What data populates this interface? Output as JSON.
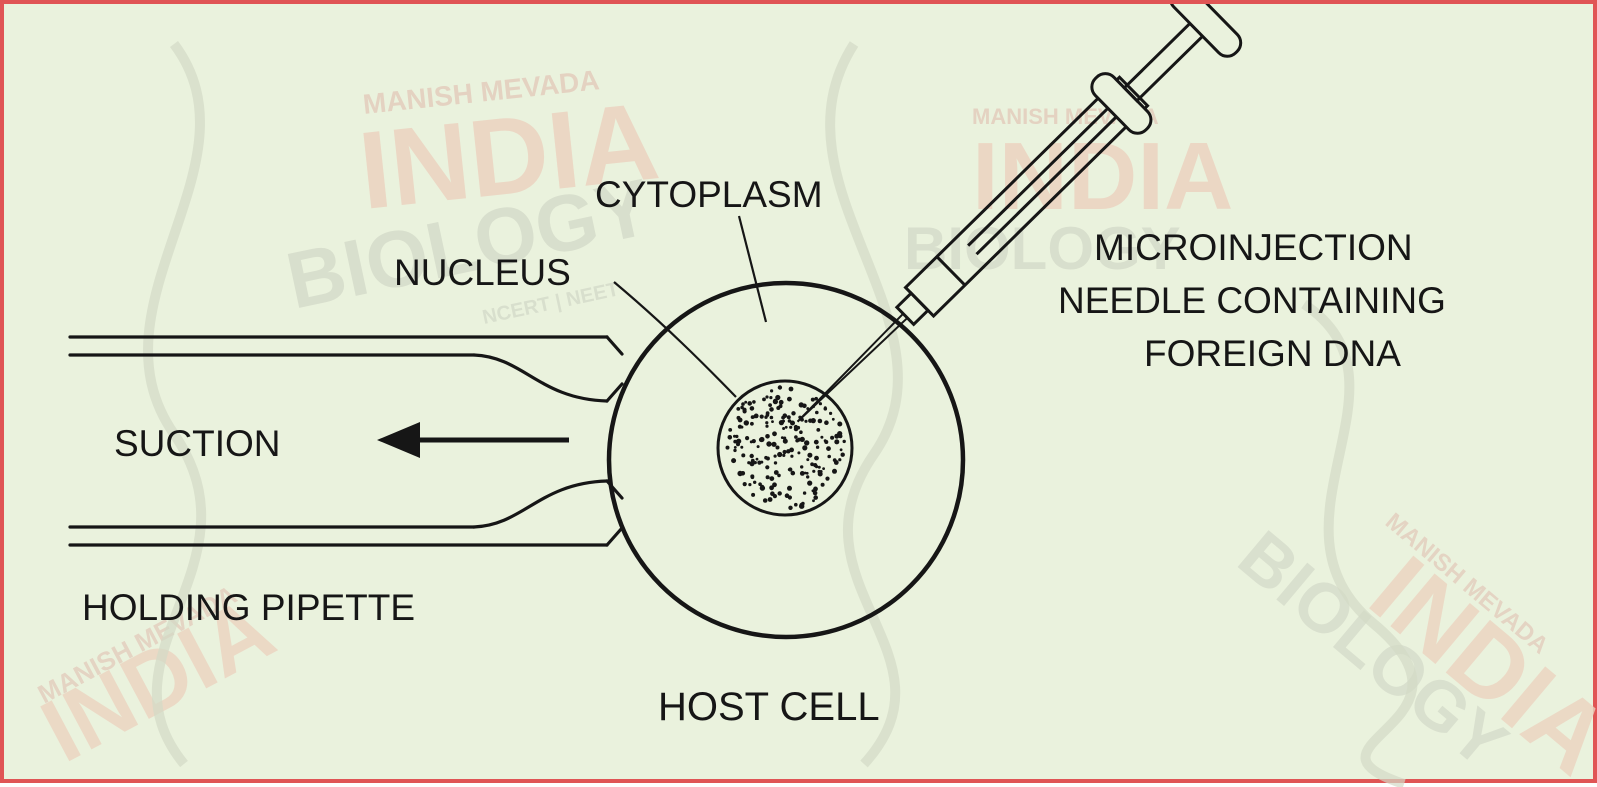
{
  "diagram": {
    "labels": {
      "cytoplasm": "CYTOPLASM",
      "nucleus": "NUCLEUS",
      "needle_line1": "MICROINJECTION",
      "needle_line2": "NEEDLE CONTAINING",
      "needle_line3": "FOREIGN DNA",
      "suction": "SUCTION",
      "holding_pipette": "HOLDING PIPETTE",
      "host_cell": "HOST CELL"
    }
  },
  "watermark": {
    "author": "MANISH MEVADA",
    "word_india": "INDIA",
    "word_biology": "BIOLOGY",
    "tagline": "NCERT | NEET"
  },
  "colors": {
    "background": "#eaf2dd",
    "border": "#e05555",
    "ink": "#161616",
    "watermark_red": "#e9c9b4",
    "watermark_grey": "#d2d9c7"
  }
}
